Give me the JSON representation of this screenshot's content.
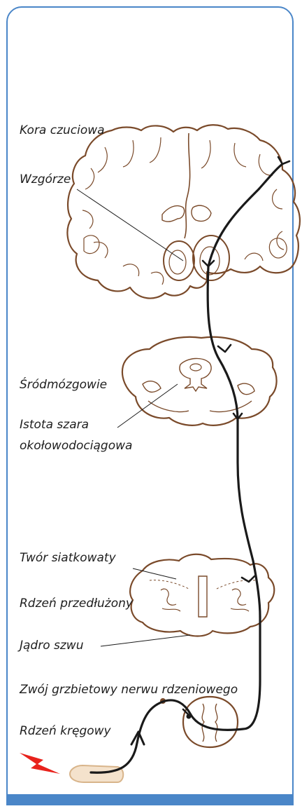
{
  "labels": {
    "sensory_cortex": "Kora czuciowa",
    "thalamus": "Wzgórze",
    "midbrain": "Śródmózgowie",
    "pag_line1": "Istota szara",
    "pag_line2": "okołowodociągowa",
    "reticular": "Twór siatkowaty",
    "medulla": "Rdzeń przedłużony",
    "raphe": "Jądro szwu",
    "drg": "Zwój grzbietowy nerwu rdzeniowego",
    "spinal_cord": "Rdzeń kręgowy"
  },
  "colors": {
    "frame": "#4a86c8",
    "tissue_outline": "#7a4a2a",
    "pathway": "#1a1a1a",
    "stimulus": "#e8221c",
    "finger": "#d8b48a"
  },
  "icons": {
    "stimulus": "lightning-bolt-icon"
  }
}
